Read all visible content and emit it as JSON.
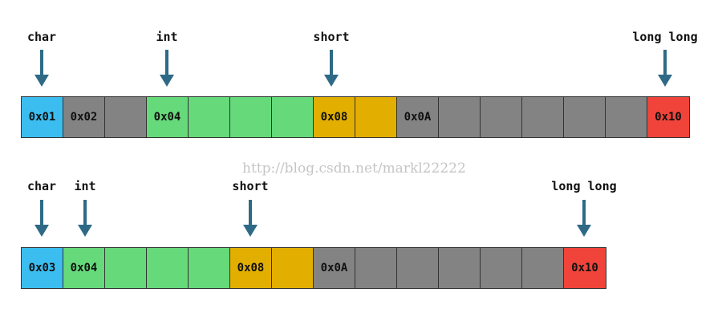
{
  "watermark": "http://blog.csdn.net/markl22222",
  "diagram_a": {
    "labels": [
      {
        "text": "char",
        "cell": 0
      },
      {
        "text": "int",
        "cell": 3
      },
      {
        "text": "short",
        "cell": 7
      },
      {
        "text": "long long",
        "cell": 15
      }
    ],
    "cells": [
      {
        "text": "0x01",
        "color": "#3bbdf0"
      },
      {
        "text": "0x02",
        "color": "#838383"
      },
      {
        "text": "",
        "color": "#838383"
      },
      {
        "text": "0x04",
        "color": "#66d97a"
      },
      {
        "text": "",
        "color": "#66d97a"
      },
      {
        "text": "",
        "color": "#66d97a"
      },
      {
        "text": "",
        "color": "#66d97a"
      },
      {
        "text": "0x08",
        "color": "#e2ae00"
      },
      {
        "text": "",
        "color": "#e2ae00"
      },
      {
        "text": "0x0A",
        "color": "#838383"
      },
      {
        "text": "",
        "color": "#838383"
      },
      {
        "text": "",
        "color": "#838383"
      },
      {
        "text": "",
        "color": "#838383"
      },
      {
        "text": "",
        "color": "#838383"
      },
      {
        "text": "",
        "color": "#838383"
      },
      {
        "text": "0x10",
        "color": "#f0443a"
      }
    ]
  },
  "diagram_b": {
    "labels": [
      {
        "text": "char",
        "cell": 0
      },
      {
        "text": "int",
        "cell": 1
      },
      {
        "text": "short",
        "cell": 5
      },
      {
        "text": "long long",
        "cell": 13
      }
    ],
    "cells": [
      {
        "text": "0x03",
        "color": "#3bbdf0"
      },
      {
        "text": "0x04",
        "color": "#66d97a"
      },
      {
        "text": "",
        "color": "#66d97a"
      },
      {
        "text": "",
        "color": "#66d97a"
      },
      {
        "text": "",
        "color": "#66d97a"
      },
      {
        "text": "0x08",
        "color": "#e2ae00"
      },
      {
        "text": "",
        "color": "#e2ae00"
      },
      {
        "text": "0x0A",
        "color": "#838383"
      },
      {
        "text": "",
        "color": "#838383"
      },
      {
        "text": "",
        "color": "#838383"
      },
      {
        "text": "",
        "color": "#838383"
      },
      {
        "text": "",
        "color": "#838383"
      },
      {
        "text": "",
        "color": "#838383"
      },
      {
        "text": "0x10",
        "color": "#f0443a"
      }
    ]
  }
}
